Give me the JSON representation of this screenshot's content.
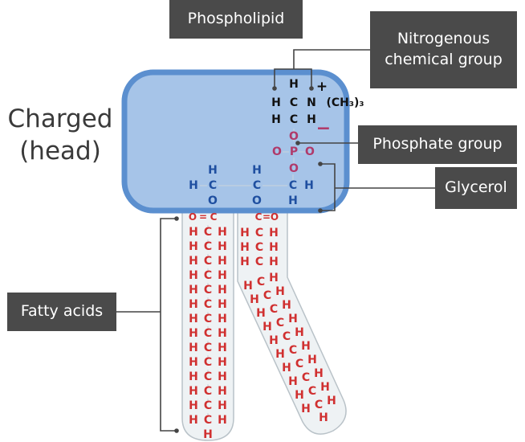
{
  "title": "Phospholipid",
  "head_label_line1": "Charged",
  "head_label_line2": "(head)",
  "callouts": {
    "nitrogen_line1": "Nitrogenous",
    "nitrogen_line2": "chemical group",
    "phosphate": "Phosphate group",
    "glycerol": "Glycerol",
    "fatty_acids": "Fatty acids"
  },
  "colors": {
    "head_fill": "#a6c4e8",
    "head_border": "#5b8fcf",
    "tail_fill": "#eef2f4",
    "tail_border": "#b9c2c8",
    "callout_bg": "#4a4a4a",
    "atom_black": "#111111",
    "atom_phosphate": "#b03a6a",
    "atom_glycerol": "#1f4fa0",
    "atom_fatty": "#d03030"
  },
  "molecule": {
    "nitrogen_group": {
      "rows": [
        [
          "",
          "H",
          "",
          ""
        ],
        [
          "H",
          "C",
          "N",
          "(CH₃)₃"
        ],
        [
          "H",
          "C",
          "H",
          ""
        ]
      ],
      "plus": "+"
    },
    "phosphate": {
      "minus": "−",
      "atoms": [
        "O",
        "O",
        "P",
        "O",
        "O"
      ]
    },
    "glycerol": {
      "col1": [
        "H",
        "C",
        "O"
      ],
      "col2": [
        "H",
        "C",
        "O"
      ],
      "col3": [
        "C",
        "H"
      ],
      "left_h": "H",
      "right_h": "H",
      "bottom_h": "H"
    },
    "fatty_acid": {
      "carbonyl": [
        "O",
        "=",
        "C"
      ],
      "ch_unit": [
        "H",
        "C",
        "H"
      ],
      "terminal_h": "H",
      "chain1_units": 14,
      "chain2_straight_units": 3,
      "chain2_bent_units": 10
    }
  }
}
